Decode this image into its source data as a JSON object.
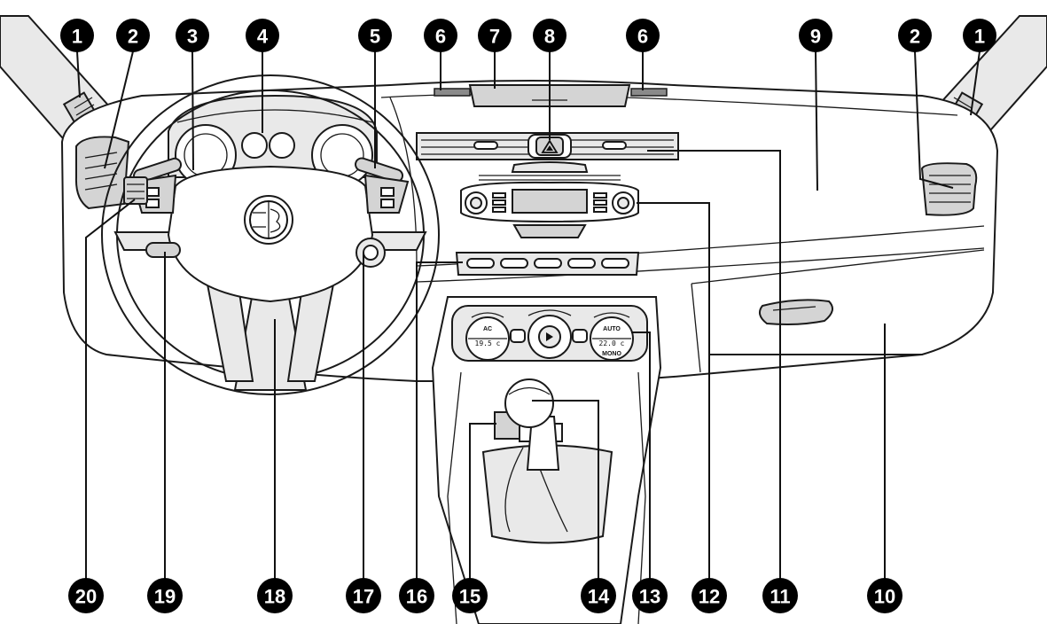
{
  "diagram": {
    "callouts": [
      {
        "id": "c1-left",
        "label": "1"
      },
      {
        "id": "c2-left",
        "label": "2"
      },
      {
        "id": "c3",
        "label": "3"
      },
      {
        "id": "c4",
        "label": "4"
      },
      {
        "id": "c5",
        "label": "5"
      },
      {
        "id": "c6-left",
        "label": "6"
      },
      {
        "id": "c7",
        "label": "7"
      },
      {
        "id": "c8",
        "label": "8"
      },
      {
        "id": "c6-right",
        "label": "6"
      },
      {
        "id": "c9",
        "label": "9"
      },
      {
        "id": "c2-right",
        "label": "2"
      },
      {
        "id": "c1-right",
        "label": "1"
      },
      {
        "id": "c20",
        "label": "20"
      },
      {
        "id": "c19",
        "label": "19"
      },
      {
        "id": "c18",
        "label": "18"
      },
      {
        "id": "c17",
        "label": "17"
      },
      {
        "id": "c16",
        "label": "16"
      },
      {
        "id": "c15",
        "label": "15"
      },
      {
        "id": "c14",
        "label": "14"
      },
      {
        "id": "c13",
        "label": "13"
      },
      {
        "id": "c12",
        "label": "12"
      },
      {
        "id": "c11",
        "label": "11"
      },
      {
        "id": "c10",
        "label": "10"
      }
    ],
    "climate_panel": {
      "ac_label": "AC",
      "left_temp": "19.5 c",
      "auto_label": "AUTO",
      "right_temp": "22.0 c",
      "mono_label": "MONO"
    }
  }
}
